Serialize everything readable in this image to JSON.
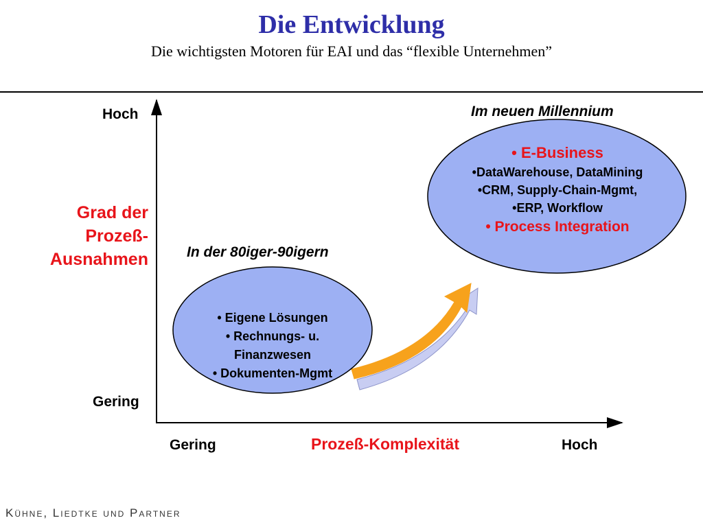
{
  "header": {
    "title": "Die Entwicklung",
    "subtitle": "Die wichtigsten Motoren für EAI und das “flexible Unternehmen”"
  },
  "axes": {
    "y_high": "Hoch",
    "y_low": "Gering",
    "y_title_lines": [
      "Grad der",
      "Prozeß-",
      "Ausnahmen"
    ],
    "x_low": "Gering",
    "x_high": "Hoch",
    "x_title": "Prozeß-Komplexität"
  },
  "eras": {
    "past_label": "In der 80iger-90igern",
    "future_label": "Im neuen Millennium"
  },
  "bubble_past": {
    "items": [
      "• Eigene Lösungen",
      "• Rechnungs- u.",
      "Finanzwesen",
      "• Dokumenten-Mgmt"
    ]
  },
  "bubble_future": {
    "items": [
      "• E-Business",
      "•DataWarehouse, DataMining",
      "•CRM, Supply-Chain-Mgmt,",
      "•ERP, Workflow",
      "• Process Integration"
    ]
  },
  "footer": {
    "text": "Kühne, Liedtke und Partner"
  },
  "colors": {
    "title": "#2e2ea8",
    "accent_red": "#e8141a",
    "bubble_fill": "#9db0f3",
    "bubble_stroke": "#000000",
    "arrow": "#f7a21c",
    "arrow_shadow": "#c8cdf2"
  }
}
